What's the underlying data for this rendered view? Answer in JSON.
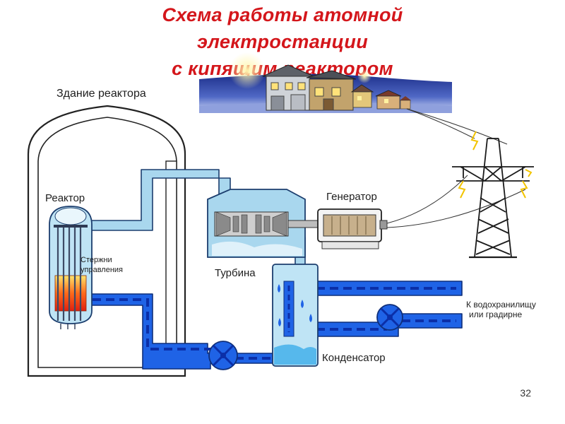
{
  "title": {
    "line1": "Схема работы атомной",
    "line2": "электростанции",
    "line3": "с кипящим реактором"
  },
  "labels": {
    "reactor_building": "Здание реактора",
    "reactor": "Реактор",
    "control_rods_line1": "Стержни",
    "control_rods_line2": "управления",
    "turbine": "Турбина",
    "generator": "Генератор",
    "condenser": "Конденсатор",
    "outlet_line1": "К водохранилищу",
    "outlet_line2": "или градирне"
  },
  "slide_number": "32",
  "colors": {
    "title": "#d4161b",
    "steam_pipe": "#a9d7ee",
    "water_pipe": "#1f63e6",
    "dashes": "#0b2fa8",
    "building": "#ffffff",
    "outline": "#222222"
  }
}
